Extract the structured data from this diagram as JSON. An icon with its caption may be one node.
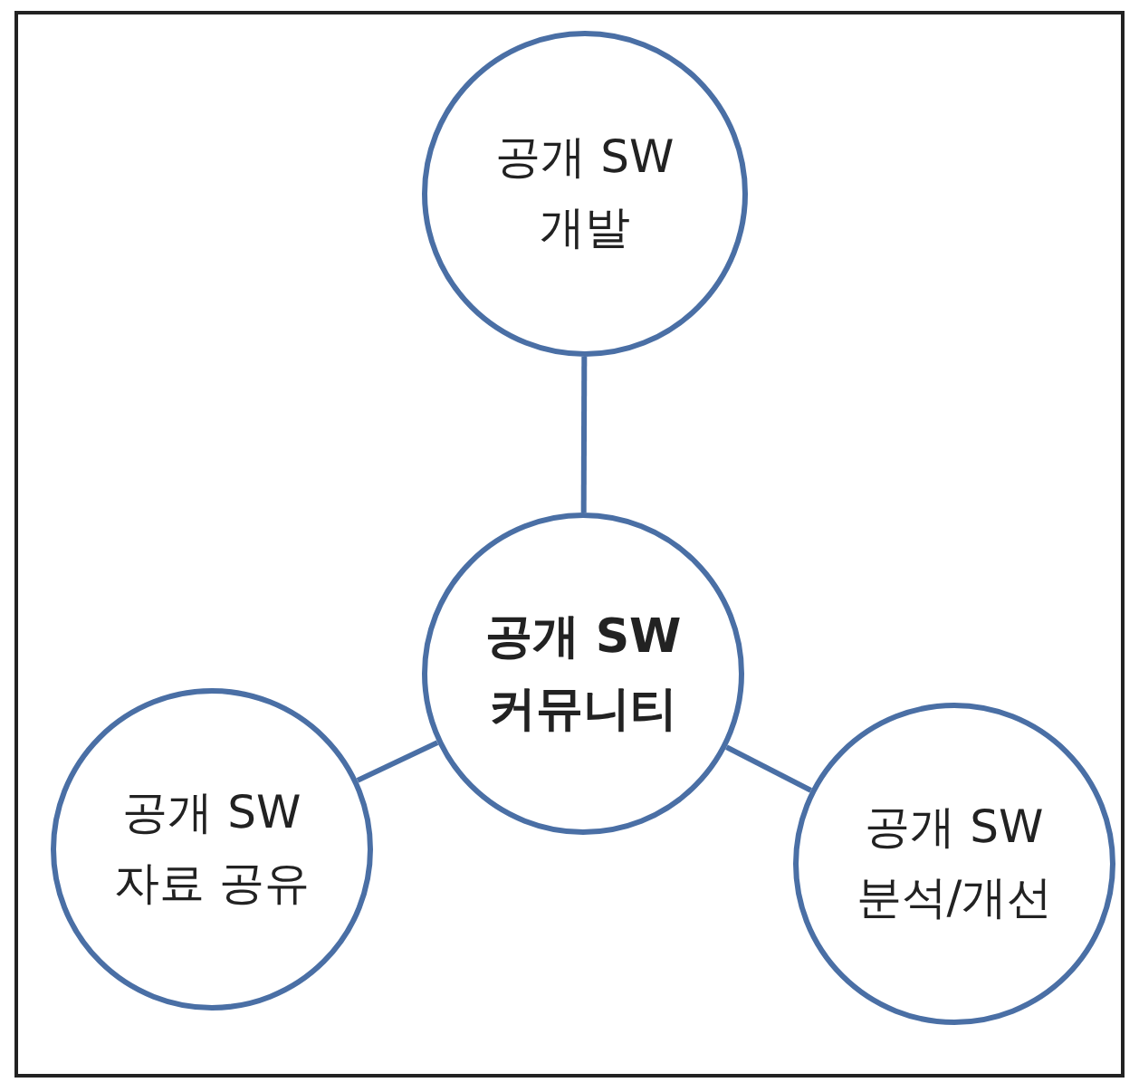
{
  "diagram": {
    "nodes": [
      {
        "text": [
          "공개 SW 개발"
        ]
      },
      {
        "text": [
          "공개 SW 커뮤니티"
        ]
      },
      {
        "text": [
          "공개 SW 자료 공유"
        ]
      },
      {
        "text": [
          "공개 SW 분석/개선"
        ]
      }
    ],
    "edges": [
      {
        "from": 1,
        "to": 0,
        "arrow": "none"
      },
      {
        "from": 1,
        "to": 2,
        "arrow": "none"
      },
      {
        "from": 1,
        "to": 3,
        "arrow": "none"
      }
    ]
  }
}
